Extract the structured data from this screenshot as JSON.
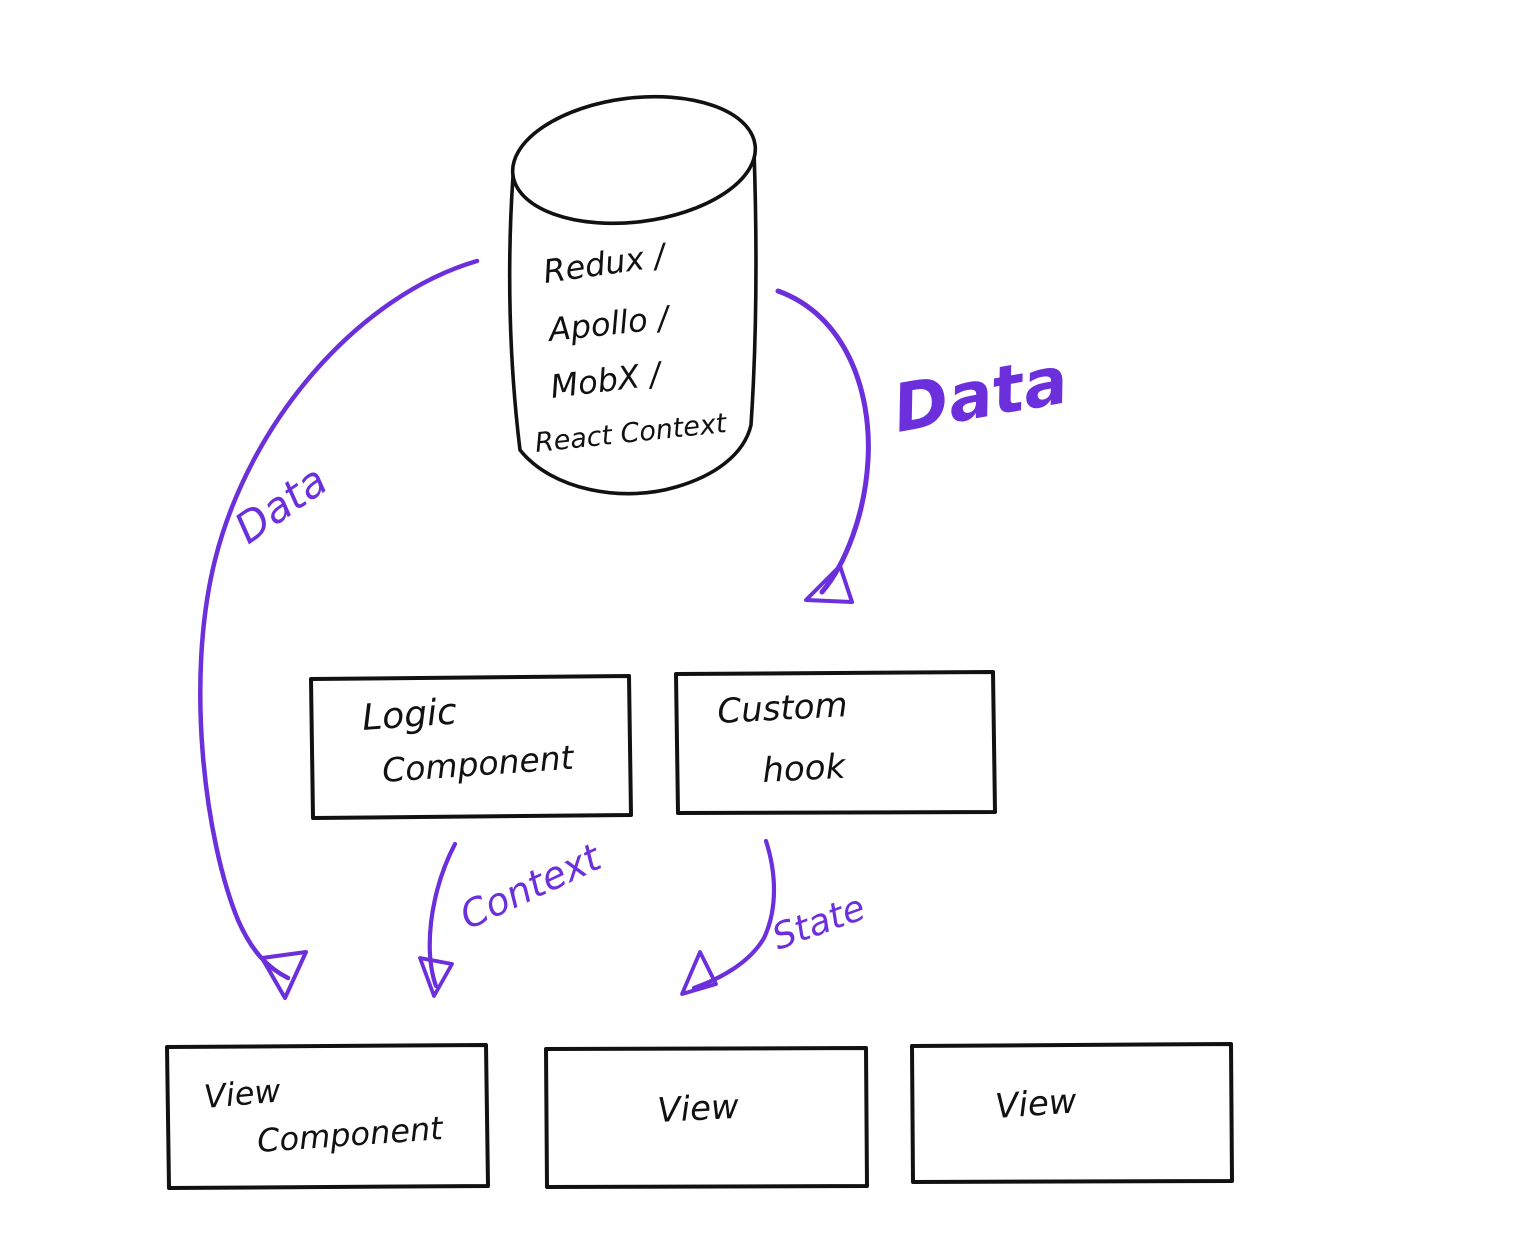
{
  "diagram": {
    "store": {
      "lines": [
        "Redux /",
        "Apollo /",
        "MobX /",
        "React Context"
      ]
    },
    "arrow_labels": {
      "data_left": "Data",
      "data_right": "Data",
      "context": "Context",
      "state": "State"
    },
    "boxes": {
      "logic": {
        "lines": [
          "Logic",
          "Component"
        ]
      },
      "custom_hook": {
        "lines": [
          "Custom",
          "hook"
        ]
      },
      "view_component": {
        "lines": [
          "View",
          "Component"
        ]
      },
      "view_middle": {
        "label": "View"
      },
      "view_right": {
        "label": "View"
      }
    },
    "colors": {
      "ink": "#111111",
      "accent": "#6b2fdb"
    }
  }
}
